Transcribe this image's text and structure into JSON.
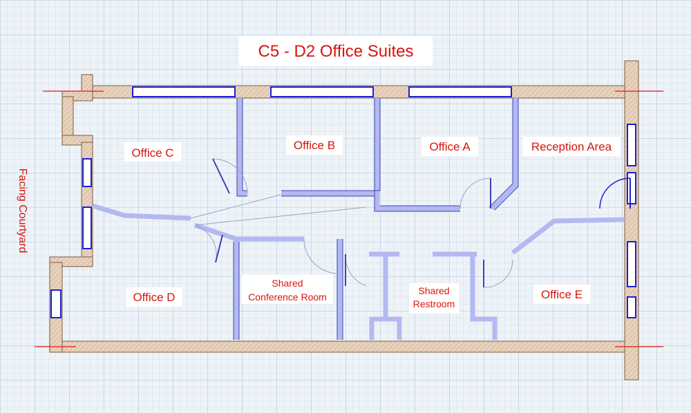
{
  "title": "C5 - D2  Office Suites",
  "side_label": "Facing Courtyard",
  "rooms": {
    "office_a": "Office A",
    "office_b": "Office B",
    "office_c": "Office C",
    "office_d": "Office D",
    "office_e": "Office E",
    "reception": "Reception Area",
    "conference_line1": "Shared",
    "conference_line2": "Conference Room",
    "restroom_line1": "Shared",
    "restroom_line2": "Restroom"
  },
  "colors": {
    "wall_fill": "#b3b9f0",
    "wall_stroke": "#2a2fa8",
    "window": "#1a1fd6",
    "exterior_wall": "#e2c8ae",
    "label": "#d9140b",
    "grid_minor": "#c7dae9",
    "grid_major": "#a5c2da"
  }
}
